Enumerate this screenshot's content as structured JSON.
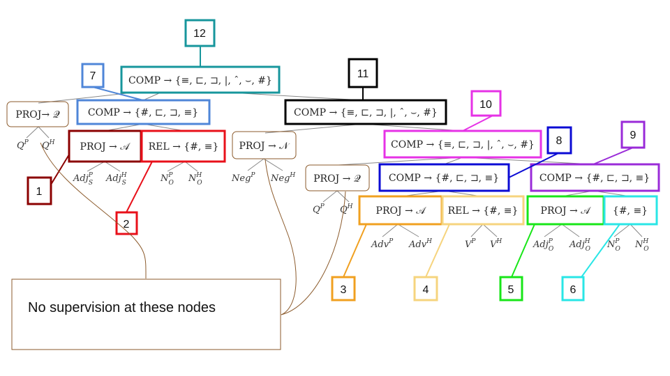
{
  "colors": {
    "dark_red": "#8b0000",
    "red": "#e8101a",
    "blue": "#4f86d8",
    "teal": "#17969c",
    "black": "#000000",
    "magenta": "#e632e6",
    "navy": "#0b0bd4",
    "purple": "#9a2bd8",
    "orange": "#f0a020",
    "light_orange": "#f6d47e",
    "green": "#18e618",
    "cyan": "#29e6e6",
    "brown": "#8b5a2b",
    "gray": "#888888"
  },
  "nodes": {
    "comp_12": "COMP → {≡, ⊏, ⊐, |, ˆ, ⌣, #}",
    "proj_q_left": "PROJ→ 𝒬",
    "comp_7": "COMP → {#, ⊏, ⊐, ≡}",
    "comp_11": "COMP → {≡, ⊏, ⊐, |, ˆ, ⌣, #}",
    "proj_a_1": "PROJ → 𝒜",
    "rel_2": "REL → {#, ≡}",
    "proj_n": "PROJ → 𝒩",
    "comp_10": "COMP → {≡, ⊏, ⊐, |, ˆ, ⌣, #}",
    "proj_q_right": "PROJ → 𝒬",
    "comp_8": "COMP → {#, ⊏, ⊐, ≡}",
    "comp_9": "COMP → {#, ⊏, ⊐, ≡}",
    "proj_a_3": "PROJ → 𝒜",
    "rel_4": "REL → {#, ≡}",
    "proj_a_5": "PROJ → 𝒜",
    "set_6": "{#, ≡}"
  },
  "leaves": {
    "q_p_left": "QP",
    "q_h_left": "QH",
    "adj_s_p": "AdjSP",
    "adj_s_h": "AdjSH",
    "n_o_p_left": "NOP",
    "n_o_h_left": "NOH",
    "neg_p": "NegP",
    "neg_h": "NegH",
    "q_p_right": "QP",
    "q_h_right": "QH",
    "adv_p": "AdvP",
    "adv_h": "AdvH",
    "v_p": "VP",
    "v_h": "VH",
    "adj_o_p": "AdjOP",
    "adj_o_h": "AdjOH",
    "n_o_p_right": "NOP",
    "n_o_h_right": "NOH"
  },
  "numbers": {
    "n1": "1",
    "n2": "2",
    "n3": "3",
    "n4": "4",
    "n5": "5",
    "n6": "6",
    "n7": "7",
    "n8": "8",
    "n9": "9",
    "n10": "10",
    "n11": "11",
    "n12": "12"
  },
  "note": "No supervision at these nodes"
}
